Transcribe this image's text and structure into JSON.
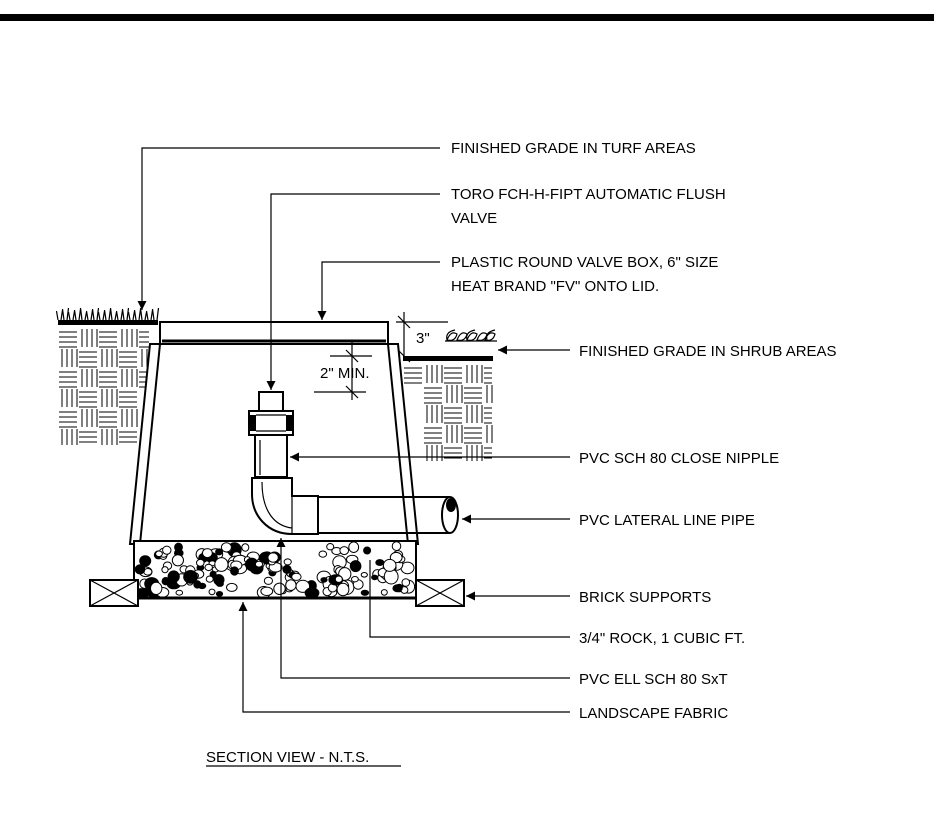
{
  "callouts": {
    "finished_grade_turf": "FINISHED GRADE IN TURF AREAS",
    "flush_valve_line1": "TORO FCH-H-FIPT AUTOMATIC FLUSH",
    "flush_valve_line2": "VALVE",
    "valve_box_line1": "PLASTIC ROUND VALVE BOX, 6\" SIZE",
    "valve_box_line2": "HEAT BRAND \"FV\" ONTO LID.",
    "finished_grade_shrub": "FINISHED GRADE IN SHRUB AREAS",
    "close_nipple": "PVC SCH 80 CLOSE NIPPLE",
    "lateral_pipe": "PVC LATERAL LINE PIPE",
    "brick_supports": "BRICK SUPPORTS",
    "rock": "3/4\" ROCK, 1 CUBIC FT.",
    "ell": "PVC ELL SCH 80 SxT",
    "fabric": "LANDSCAPE FABRIC"
  },
  "dimensions": {
    "box_above_grade": "3\"",
    "min_clearance": "2\" MIN."
  },
  "title": "SECTION VIEW - N.T.S.",
  "colors": {
    "line": "#000000",
    "background": "#ffffff"
  }
}
